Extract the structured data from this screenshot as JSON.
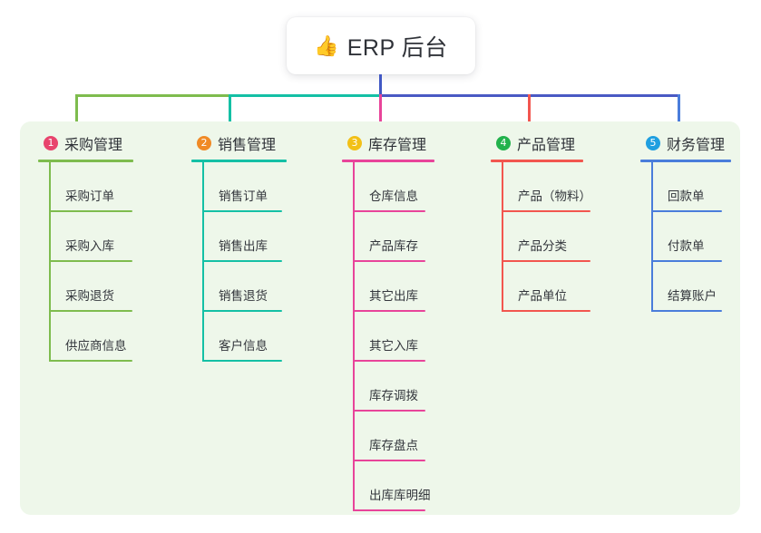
{
  "root": {
    "icon": "thumbs-up-icon",
    "icon_glyph": "👍",
    "title": "ERP 后台"
  },
  "palette": {
    "panel_bg": "#eef7ea",
    "page_bg": "#ffffff",
    "root_stem": "#4158c4",
    "trunk_left_green": "#7ebc4e",
    "trunk_teal": "#14c0a5",
    "trunk_indigo": "#4a59c4"
  },
  "branches": [
    {
      "index": "1",
      "badge_glyph": "①",
      "badge_number": "1",
      "badge_color": "#e8446d",
      "line_color": "#7ebc4e",
      "title": "采购管理",
      "items": [
        "采购订单",
        "采购入库",
        "采购退货",
        "供应商信息"
      ]
    },
    {
      "index": "2",
      "badge_glyph": "②",
      "badge_number": "2",
      "badge_color": "#f08a26",
      "line_color": "#14c0a5",
      "title": "销售管理",
      "items": [
        "销售订单",
        "销售出库",
        "销售退货",
        "客户信息"
      ]
    },
    {
      "index": "3",
      "badge_glyph": "③",
      "badge_number": "3",
      "badge_color": "#f2c017",
      "line_color": "#e8449a",
      "title": "库存管理",
      "items": [
        "仓库信息",
        "产品库存",
        "其它出库",
        "其它入库",
        "库存调拨",
        "库存盘点",
        "出库库明细"
      ]
    },
    {
      "index": "4",
      "badge_glyph": "④",
      "badge_number": "4",
      "badge_color": "#22b24c",
      "line_color": "#f2564f",
      "title": "产品管理",
      "items": [
        "产品（物料）",
        "产品分类",
        "产品单位"
      ]
    },
    {
      "index": "5",
      "badge_glyph": "⑤",
      "badge_number": "5",
      "badge_color": "#1f9fe0",
      "line_color": "#4a7ddb",
      "title": "财务管理",
      "items": [
        "回款单",
        "付款单",
        "结算账户"
      ]
    }
  ]
}
